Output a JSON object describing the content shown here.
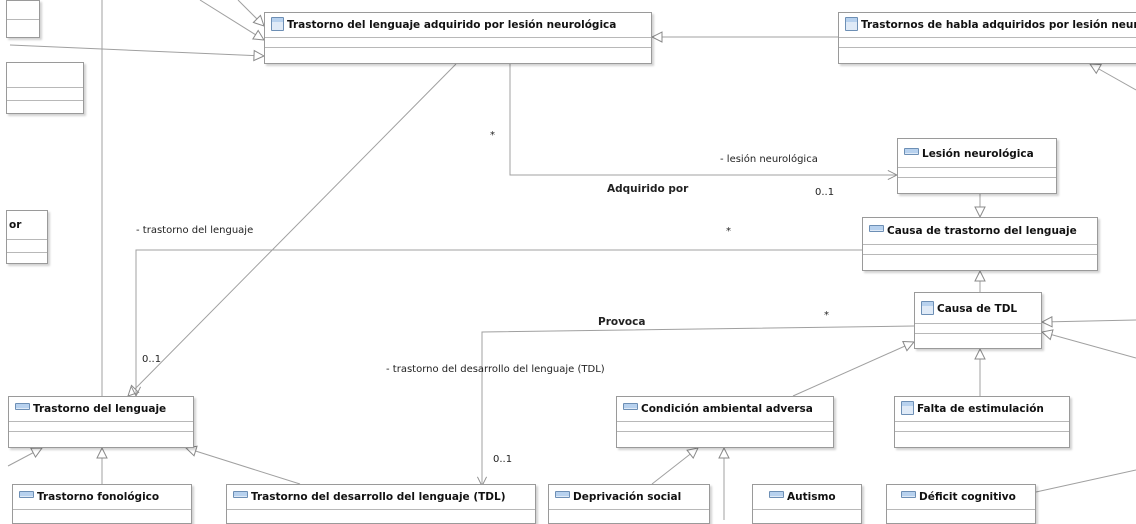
{
  "classes": {
    "adquirido": "Trastorno del lenguaje adquirido por lesión neurológica",
    "habla": "Trastornos de habla adquiridos por lesión neurológica",
    "lesion": "Lesión neurológica",
    "causa_tl": "Causa de trastorno del lenguaje",
    "causa_tdl": "Causa de TDL",
    "trastorno": "Trastorno del lenguaje",
    "ambiental": "Condición ambiental adversa",
    "estimulacion": "Falta de estimulación",
    "fonologico": "Trastorno fonológico",
    "tdl": "Trastorno del desarrollo del lenguaje (TDL)",
    "deprivacion": "Deprivación social",
    "autismo": "Autismo",
    "deficit": "Déficit cognitivo",
    "partial_left": "or"
  },
  "labels": {
    "star1": "*",
    "role_lesion": "- lesión neurológica",
    "adquirido_por": "Adquirido por",
    "mult_01_a": "0..1",
    "star2": "*",
    "role_trastorno": "- trastorno del lenguaje",
    "star3": "*",
    "provoca": "Provoca",
    "mult_01_b": "0..1",
    "role_tdl": "- trastorno del desarrollo del lenguaje (TDL)",
    "mult_01_c": "0..1"
  }
}
